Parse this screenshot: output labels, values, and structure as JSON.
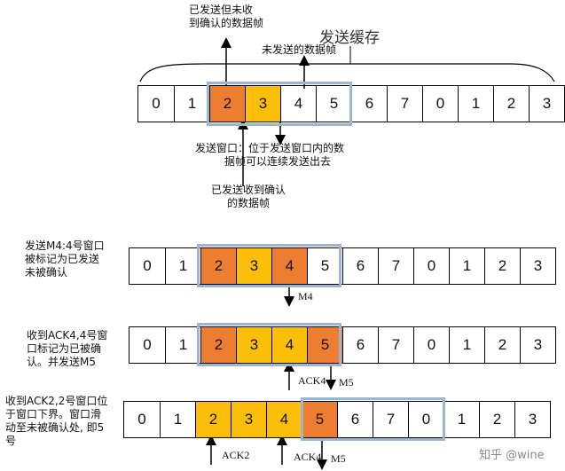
{
  "top": {
    "sent_unacked_caption_l1": "已发送但未收",
    "sent_unacked_caption_l2": "到确认的数据帧",
    "send_buffer_label": "发送缓存",
    "unsent_caption": "未发送的数据帧",
    "window_caption_l1": "发送窗口：位于发送窗口内的数",
    "window_caption_l2": "据帧可以连续发送出去",
    "sent_acked_caption_l1": "已发送收到确认",
    "sent_acked_caption_l2": "的数据帧"
  },
  "rows": [
    {
      "cells": [
        "0",
        "1",
        "2",
        "3",
        "4",
        "5",
        "6",
        "7",
        "0",
        "1",
        "2",
        "3"
      ],
      "colors": [
        "white",
        "white",
        "orange",
        "yellow",
        "white",
        "white",
        "white",
        "white",
        "white",
        "white",
        "white",
        "white"
      ]
    },
    {
      "cells": [
        "0",
        "1",
        "2",
        "3",
        "4",
        "5",
        "6",
        "7",
        "0",
        "1",
        "2",
        "3"
      ],
      "colors": [
        "white",
        "white",
        "orange",
        "yellow",
        "orange",
        "white",
        "white",
        "white",
        "white",
        "white",
        "white",
        "white"
      ]
    },
    {
      "cells": [
        "0",
        "1",
        "2",
        "3",
        "4",
        "5",
        "6",
        "7",
        "0",
        "1",
        "2",
        "3"
      ],
      "colors": [
        "white",
        "white",
        "orange",
        "yellow",
        "yellow",
        "orange",
        "white",
        "white",
        "white",
        "white",
        "white",
        "white"
      ]
    },
    {
      "cells": [
        "0",
        "1",
        "2",
        "3",
        "4",
        "5",
        "6",
        "7",
        "0",
        "1",
        "2",
        "3"
      ],
      "colors": [
        "white",
        "white",
        "yellow",
        "yellow",
        "yellow",
        "orange",
        "white",
        "white",
        "white",
        "white",
        "white",
        "white"
      ]
    }
  ],
  "steps": {
    "s2_l1": "发送M4:4号窗口",
    "s2_l2": "被标记为已发送",
    "s2_l3": "未被确认",
    "s3_l1": "收到ACK4,4号窗",
    "s3_l2": "口标记为已被确",
    "s3_l3": "认。并发送M5",
    "s4_l1": "收到ACK2,2号窗口位",
    "s4_l2": "于窗口下界。窗口滑",
    "s4_l3": "动至未被确认处, 即5",
    "s4_l4": "号"
  },
  "labels": {
    "m4": "M4",
    "ack4_r3": "ACK4",
    "m5_r3": "M5",
    "ack2": "ACK2",
    "ack4_r4": "ACK4",
    "m5_r4": "M5"
  },
  "watermark": "知乎 @wine"
}
